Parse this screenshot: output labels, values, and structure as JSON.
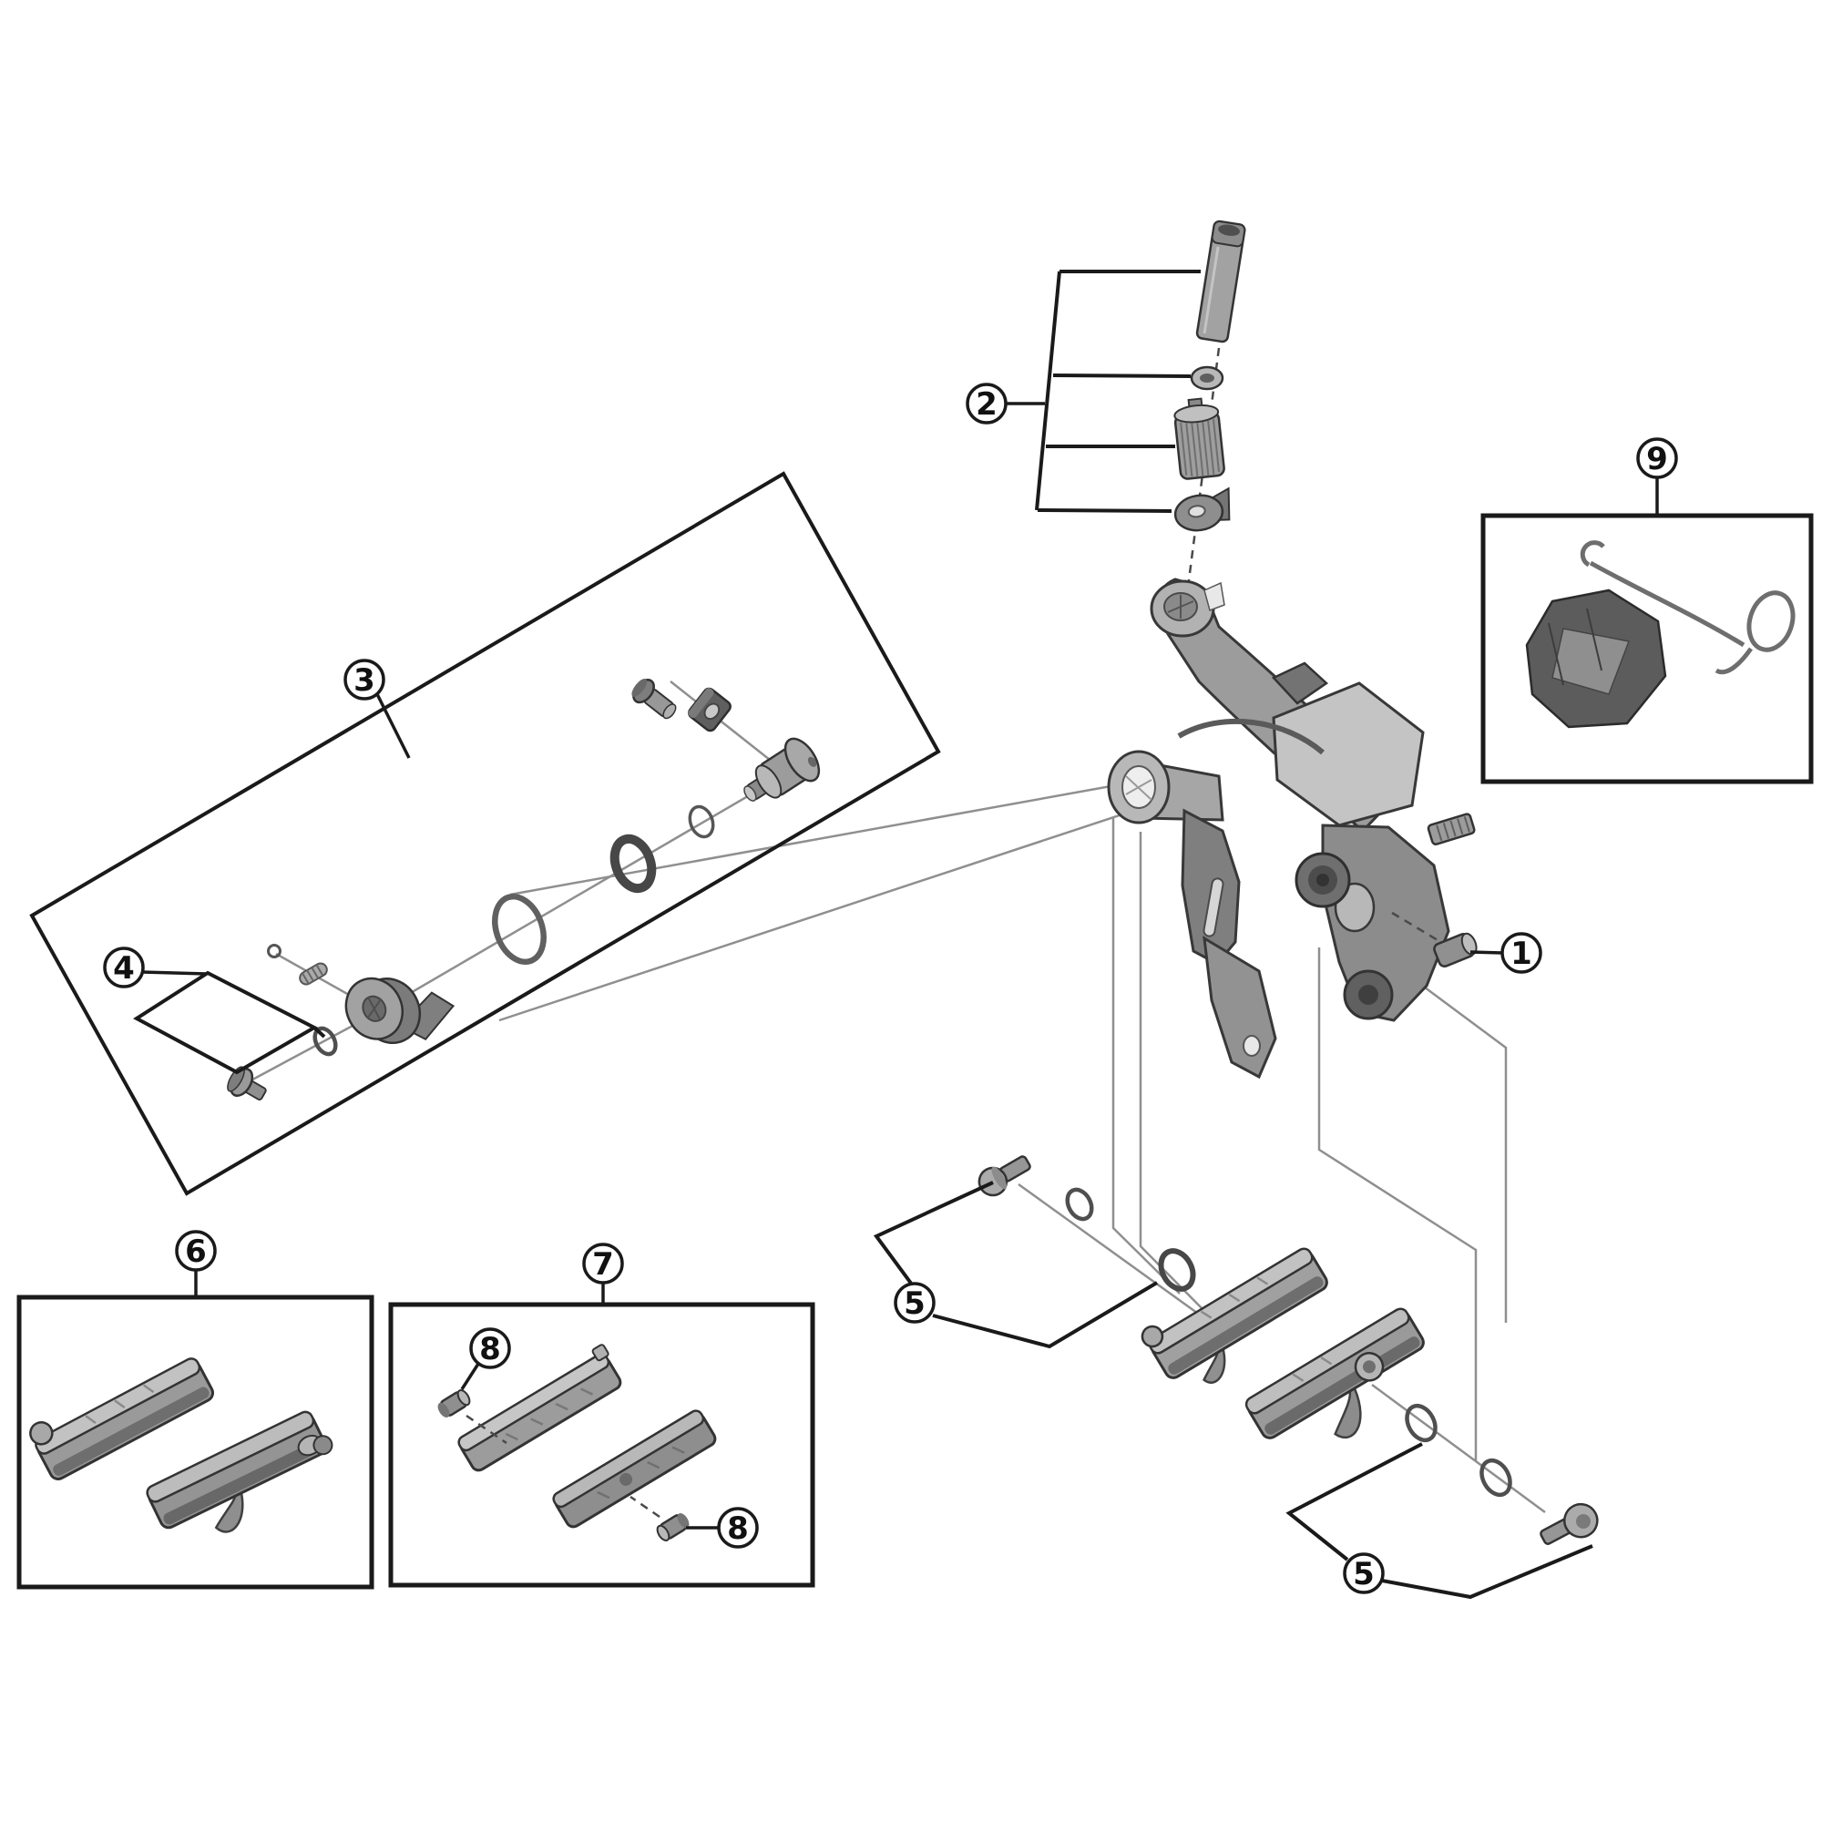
{
  "diagram": {
    "type": "exploded-parts-diagram",
    "subject": "bicycle-rim-brake-caliper-assembly",
    "callouts": {
      "c1": "1",
      "c2": "2",
      "c3": "3",
      "c4": "4",
      "c5a": "5",
      "c5b": "5",
      "c6": "6",
      "c7": "7",
      "c8a": "8",
      "c8b": "8",
      "c9": "9"
    },
    "groups": [
      {
        "callout": "1",
        "part": "arm-fixing-screw"
      },
      {
        "callout": "2",
        "parts": [
          "cable-fixing-bolt",
          "washer",
          "cable-adjusting-barrel",
          "cable-clamp-piece"
        ]
      },
      {
        "callout": "3",
        "part": "pivot-axle-unit-box",
        "parts": [
          "cap-bolt",
          "square-nut-plate",
          "pivot-axle",
          "small-o-ring",
          "keyed-washer",
          "large-o-ring",
          "pivot-drum",
          "washer",
          "flange-bolt",
          "adjust-spring",
          "snap-ring"
        ]
      },
      {
        "callout": "4",
        "parts": [
          "pivot-washer",
          "pivot-fixing-bolt"
        ]
      },
      {
        "callout": "5",
        "parts": [
          "shoe-fixing-bolt",
          "washer-a",
          "washer-b"
        ]
      },
      {
        "callout": "6",
        "part": "brake-shoe-set-box",
        "parts": [
          "cartridge-shoe-left",
          "cartridge-shoe-right"
        ]
      },
      {
        "callout": "7",
        "part": "brake-pad-insert-set-box",
        "parts": [
          "pad-insert-left",
          "pad-insert-right"
        ]
      },
      {
        "callout": "8",
        "part": "pad-fixing-screw"
      },
      {
        "callout": "9",
        "part": "return-spring-unit-box",
        "parts": [
          "spring-cover-guide",
          "return-spring-wire"
        ]
      }
    ],
    "colors": {
      "background": "#ffffff",
      "line": "#1a1a1a",
      "leader_gray": "#8f8f8f",
      "dashed": "#4a4a4a",
      "part_light": "#c4c4c4",
      "part_mid": "#9a9a9a",
      "part_dark": "#6f6f6f",
      "part_darkest": "#4a4a4a"
    }
  }
}
